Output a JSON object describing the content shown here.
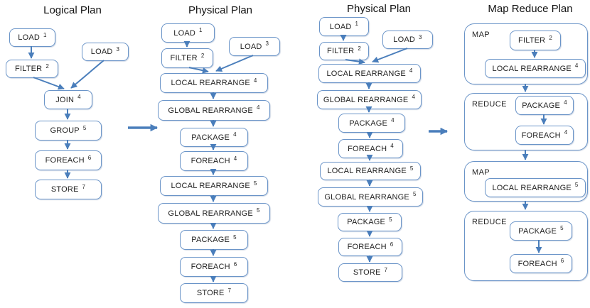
{
  "page": {
    "background": "#ffffff"
  },
  "colors": {
    "node_border": "#6a94c8",
    "arrow": "#4a7ebb",
    "text": "#1f1f1f"
  },
  "columns": [
    {
      "title": "Logical Plan",
      "nodes": [
        {
          "label": "LOAD",
          "sup": "1"
        },
        {
          "label": "LOAD",
          "sup": "3"
        },
        {
          "label": "FILTER",
          "sup": "2"
        },
        {
          "label": "JOIN",
          "sup": "4"
        },
        {
          "label": "GROUP",
          "sup": "5"
        },
        {
          "label": "FOREACH",
          "sup": "6"
        },
        {
          "label": "STORE",
          "sup": "7"
        }
      ]
    },
    {
      "title": "Physical Plan",
      "nodes": [
        {
          "label": "LOAD",
          "sup": "1"
        },
        {
          "label": "LOAD",
          "sup": "3"
        },
        {
          "label": "FILTER",
          "sup": "2"
        },
        {
          "label": "LOCAL REARRANGE",
          "sup": "4"
        },
        {
          "label": "GLOBAL REARRANGE",
          "sup": "4"
        },
        {
          "label": "PACKAGE",
          "sup": "4"
        },
        {
          "label": "FOREACH",
          "sup": "4"
        },
        {
          "label": "LOCAL REARRANGE",
          "sup": "5"
        },
        {
          "label": "GLOBAL REARRANGE",
          "sup": "5"
        },
        {
          "label": "PACKAGE",
          "sup": "5"
        },
        {
          "label": "FOREACH",
          "sup": "6"
        },
        {
          "label": "STORE",
          "sup": "7"
        }
      ]
    },
    {
      "title": "Physical Plan",
      "nodes": [
        {
          "label": "LOAD",
          "sup": "1"
        },
        {
          "label": "LOAD",
          "sup": "3"
        },
        {
          "label": "FILTER",
          "sup": "2"
        },
        {
          "label": "LOCAL REARRANGE",
          "sup": "4"
        },
        {
          "label": "GLOBAL REARRANGE",
          "sup": "4"
        },
        {
          "label": "PACKAGE",
          "sup": "4"
        },
        {
          "label": "FOREACH",
          "sup": "4"
        },
        {
          "label": "LOCAL REARRANGE",
          "sup": "5"
        },
        {
          "label": "GLOBAL REARRANGE",
          "sup": "5"
        },
        {
          "label": "PACKAGE",
          "sup": "5"
        },
        {
          "label": "FOREACH",
          "sup": "6"
        },
        {
          "label": "STORE",
          "sup": "7"
        }
      ]
    },
    {
      "title": "Map Reduce Plan",
      "groups": [
        {
          "label": "MAP",
          "nodes": [
            {
              "label": "FILTER",
              "sup": "2"
            },
            {
              "label": "LOCAL REARRANGE",
              "sup": "4"
            }
          ]
        },
        {
          "label": "REDUCE",
          "nodes": [
            {
              "label": "PACKAGE",
              "sup": "4"
            },
            {
              "label": "FOREACH",
              "sup": "4"
            }
          ]
        },
        {
          "label": "MAP",
          "nodes": [
            {
              "label": "LOCAL REARRANGE",
              "sup": "5"
            }
          ]
        },
        {
          "label": "REDUCE",
          "nodes": [
            {
              "label": "PACKAGE",
              "sup": "5"
            },
            {
              "label": "FOREACH",
              "sup": "6"
            }
          ]
        }
      ]
    }
  ]
}
